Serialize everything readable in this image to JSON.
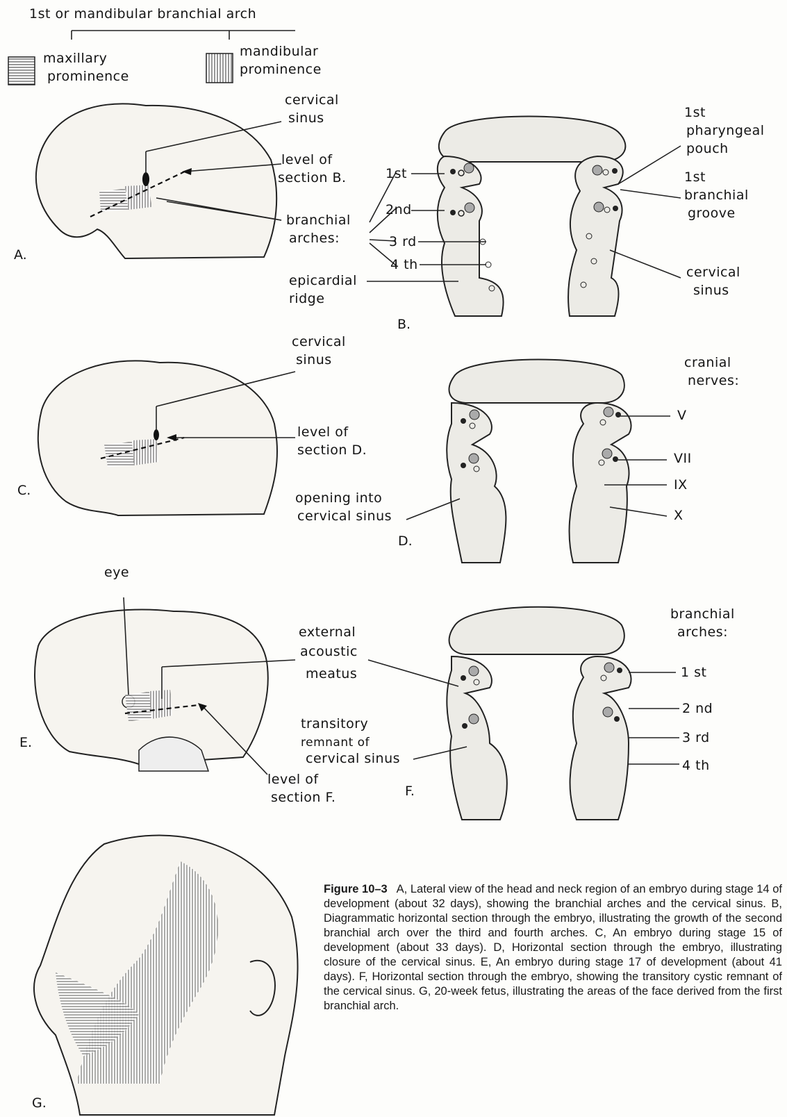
{
  "legend": {
    "title": "1st or mandibular branchial arch",
    "maxillary": "maxillary prominence",
    "maxillary_l1": "maxillary",
    "maxillary_l2": "prominence",
    "mandibular_l1": "mandibular",
    "mandibular_l2": "prominence"
  },
  "panels": {
    "A": "A.",
    "B": "B.",
    "C": "C.",
    "D": "D.",
    "E": "E.",
    "F": "F.",
    "G": "G."
  },
  "panel_a": {
    "cervical_sinus_1": "cervical",
    "cervical_sinus_2": "sinus",
    "level_1": "level of",
    "level_2": "section B.",
    "arches_1": "branchial",
    "arches_2": "arches:"
  },
  "panel_b": {
    "arch_1": "1st",
    "arch_2": "2nd",
    "arch_3": "3 rd",
    "arch_4": "4 th",
    "epicardial_1": "epicardial",
    "epicardial_2": "ridge",
    "pouch_1": "1st",
    "pouch_2": "pharyngeal",
    "pouch_3": "pouch",
    "groove_1": "1st",
    "groove_2": "branchial",
    "groove_3": "groove",
    "sinus_1": "cervical",
    "sinus_2": "sinus"
  },
  "panel_c": {
    "cervical_sinus_1": "cervical",
    "cervical_sinus_2": "sinus",
    "level_1": "level of",
    "level_2": "section D."
  },
  "panel_d": {
    "opening_1": "opening into",
    "opening_2": "cervical sinus",
    "nerves_1": "cranial",
    "nerves_2": "nerves:",
    "V": "V",
    "VII": "VII",
    "IX": "IX",
    "X": "X"
  },
  "panel_e": {
    "eye": "eye",
    "meatus_1": "external",
    "meatus_2": "acoustic",
    "meatus_3": "meatus",
    "remnant_1": "transitory",
    "remnant_2": "remnant of",
    "remnant_3": "cervical sinus",
    "level_1": "level of",
    "level_2": "section F."
  },
  "panel_f": {
    "arches_1": "branchial",
    "arches_2": "arches:",
    "a1": "1 st",
    "a2": "2 nd",
    "a3": "3 rd",
    "a4": "4 th"
  },
  "caption": {
    "lead": "Figure 10–3",
    "body": "A, Lateral view of the head and neck region of an embryo during stage 14 of development (about 32 days), showing the branchial arches and the cervical sinus. B, Diagrammatic horizontal section through the embryo, illustrating the growth of the second branchial arch over the third and fourth arches. C, An embryo during stage 15 of development (about 33 days). D, Horizontal section through the embryo, illustrating closure of the cervical sinus. E, An embryo during stage 17 of development (about 41 days). F, Horizontal section through the embryo, showing the transitory cystic remnant of the cervical sinus. G, 20-week fetus, illustrating the areas of the face derived from the first branchial arch."
  }
}
